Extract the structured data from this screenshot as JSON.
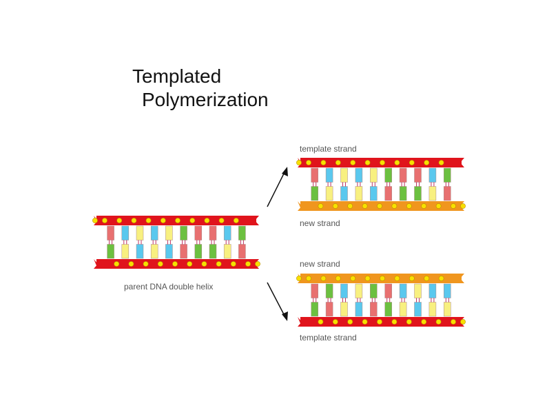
{
  "slide": {
    "title_line1": "Templated",
    "title_line2": "Polymerization"
  },
  "diagram": {
    "parent_label": "parent DNA double helix",
    "top_template_label": "template strand",
    "top_new_label": "new strand",
    "bottom_new_label": "new strand",
    "bottom_template_label": "template strand"
  },
  "colors": {
    "template_strand": "#e0141c",
    "new_strand": "#f0961e",
    "phosphate": "#f8e000",
    "base_red": "#e87070",
    "base_blue": "#5ac8ee",
    "base_green": "#6cc040",
    "base_yellow": "#f8f080",
    "arrow": "#111111"
  }
}
